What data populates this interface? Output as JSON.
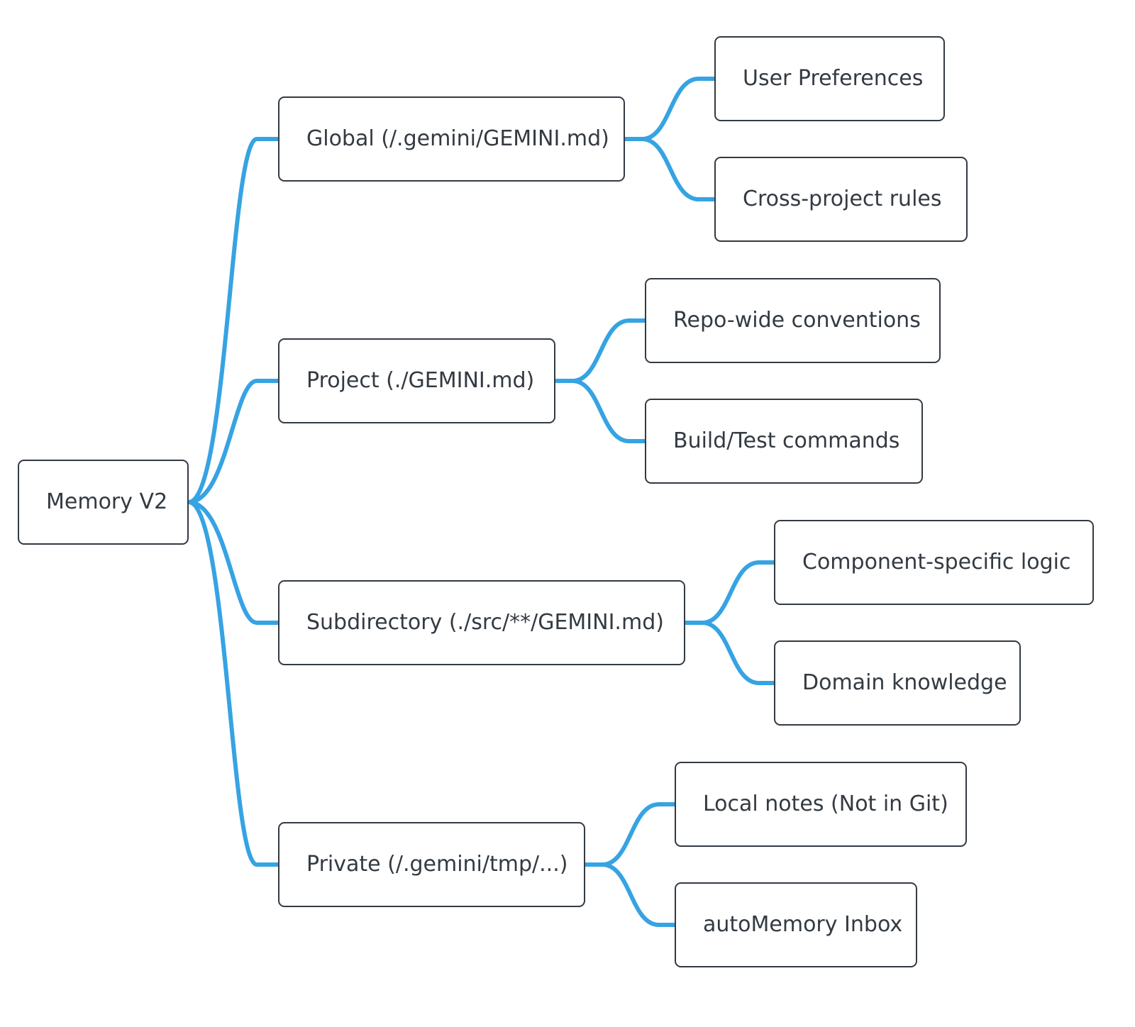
{
  "diagram": {
    "root": {
      "label": "Memory V2"
    },
    "branches": [
      {
        "label": "Global (/.gemini/GEMINI.md)",
        "children": [
          "User Preferences",
          "Cross-project rules"
        ]
      },
      {
        "label": "Project (./GEMINI.md)",
        "children": [
          "Repo-wide conventions",
          "Build/Test commands"
        ]
      },
      {
        "label": "Subdirectory (./src/**/GEMINI.md)",
        "children": [
          "Component-specific logic",
          "Domain knowledge"
        ]
      },
      {
        "label": "Private (/.gemini/tmp/...)",
        "children": [
          "Local notes (Not in Git)",
          "autoMemory Inbox"
        ]
      }
    ]
  },
  "colors": {
    "connector": "#36a3e3",
    "border": "#333a42",
    "text": "#333a42",
    "background": "#ffffff"
  }
}
